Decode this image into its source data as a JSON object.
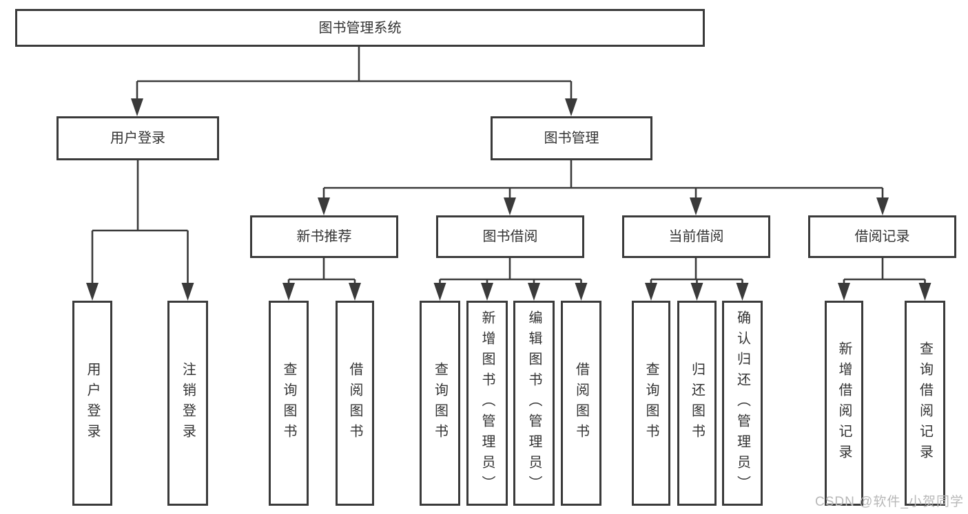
{
  "diagram": {
    "title": "图书管理系统",
    "level2": [
      "用户登录",
      "图书管理"
    ],
    "level3": [
      "新书推荐",
      "图书借阅",
      "当前借阅",
      "借阅记录"
    ],
    "leaves": [
      "用户登录",
      "注销登录",
      "查询图书",
      "借阅图书",
      "查询图书",
      "新增图书（管理员）",
      "编辑图书（管理员）",
      "借阅图书",
      "查询图书",
      "归还图书",
      "确认归还（管理员）",
      "新增借阅记录",
      "查询借阅记录"
    ]
  },
  "watermark": "CSDN @软件_小贺同学",
  "colors": {
    "line": "#3a3a3a",
    "box_border": "#3a3a3a",
    "box_background": "#ffffff",
    "text": "#333333",
    "watermark_text": "#b8b8b8"
  }
}
